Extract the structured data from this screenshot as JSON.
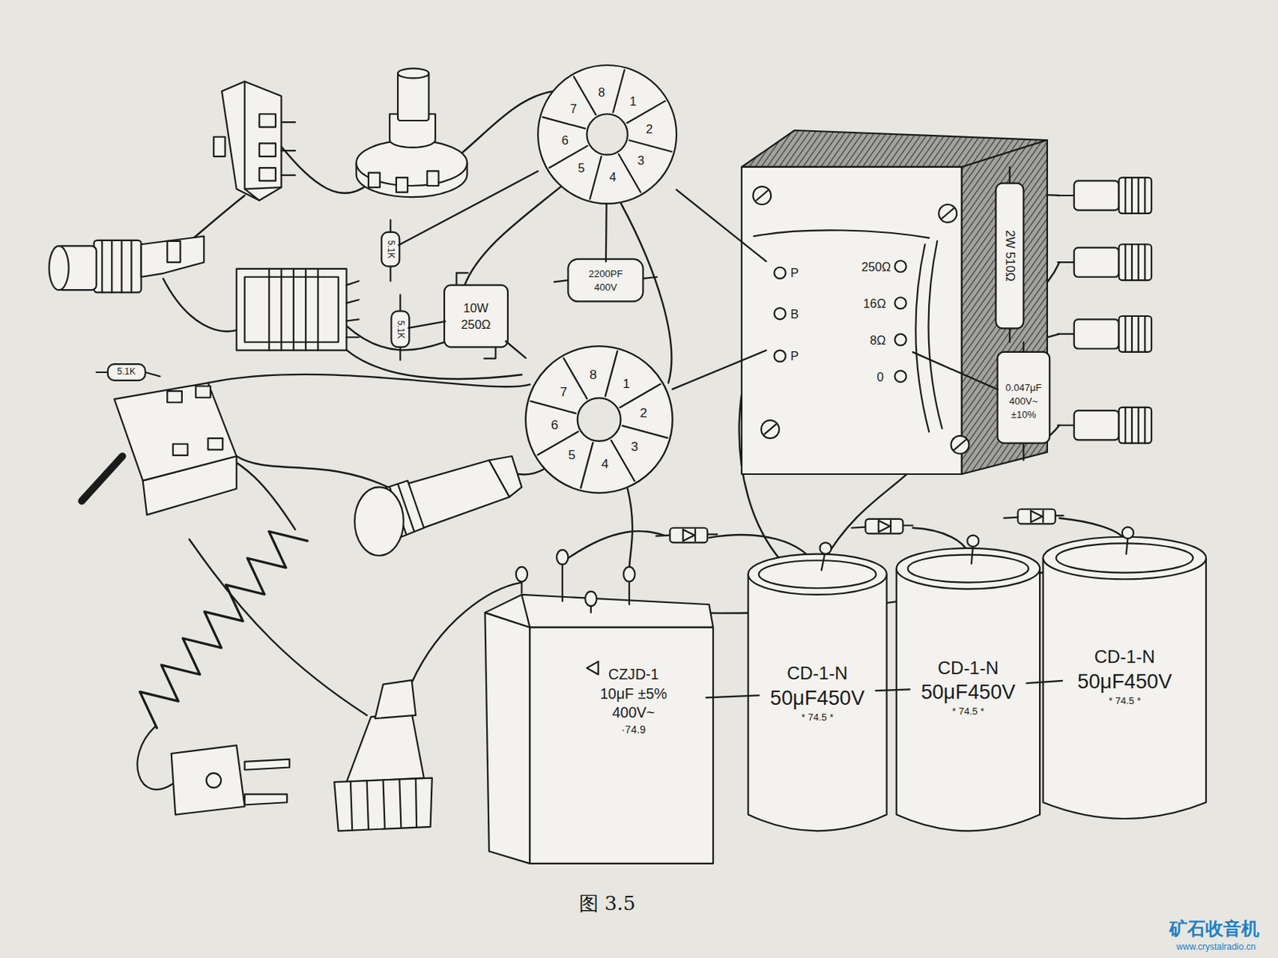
{
  "diagram": {
    "caption": "图 3.5",
    "nodes": [
      {
        "text": [
          "8",
          "1",
          "2",
          "3",
          "4",
          "5",
          "6",
          "7"
        ]
      },
      {
        "text": [
          "P",
          "B",
          "P",
          "250Ω",
          "16Ω",
          "8Ω",
          "0"
        ]
      },
      {
        "text": [
          "2W 510Ω"
        ]
      },
      {
        "text": [
          "5.1K"
        ]
      },
      {
        "text": [
          "2200PF",
          "400V"
        ]
      },
      {
        "text": [
          "10W",
          "250Ω"
        ]
      },
      {
        "text": [
          "5.1K"
        ]
      },
      {
        "text": [
          "0.047μF",
          "400V~",
          "±10%"
        ]
      },
      {
        "text": [
          "5.1K"
        ]
      },
      {
        "text": [
          "8",
          "1",
          "2",
          "3",
          "4",
          "5",
          "6",
          "7"
        ]
      },
      {
        "text": [
          "CZJD-1",
          "10μF ±5%",
          "400V~",
          "·74.9"
        ]
      },
      {
        "text": [
          "CD-1-N",
          "50μF450V",
          "* 74.5 *"
        ]
      },
      {
        "text": [
          "CD-1-N",
          "50μF450V",
          "* 74.5 *"
        ]
      },
      {
        "text": [
          "CD-1-N",
          "50μF450V",
          "* 74.5 *"
        ]
      }
    ],
    "edges": [
      {
        "from": 0,
        "to": 1,
        "arrow": "none"
      },
      {
        "from": 9,
        "to": 1,
        "arrow": "none"
      },
      {
        "from": 4,
        "to": 0,
        "arrow": "none"
      },
      {
        "from": 5,
        "to": 9,
        "arrow": "none"
      },
      {
        "from": 3,
        "to": 0,
        "arrow": "none"
      },
      {
        "from": 6,
        "to": 5,
        "arrow": "none"
      },
      {
        "from": 7,
        "to": 1,
        "arrow": "none"
      },
      {
        "from": 10,
        "to": 11,
        "arrow": "none"
      },
      {
        "from": 11,
        "to": 12,
        "arrow": "none"
      },
      {
        "from": 12,
        "to": 13,
        "arrow": "none"
      }
    ],
    "labels": [
      "矿石收音机",
      "www.crystalradio.cn"
    ]
  }
}
